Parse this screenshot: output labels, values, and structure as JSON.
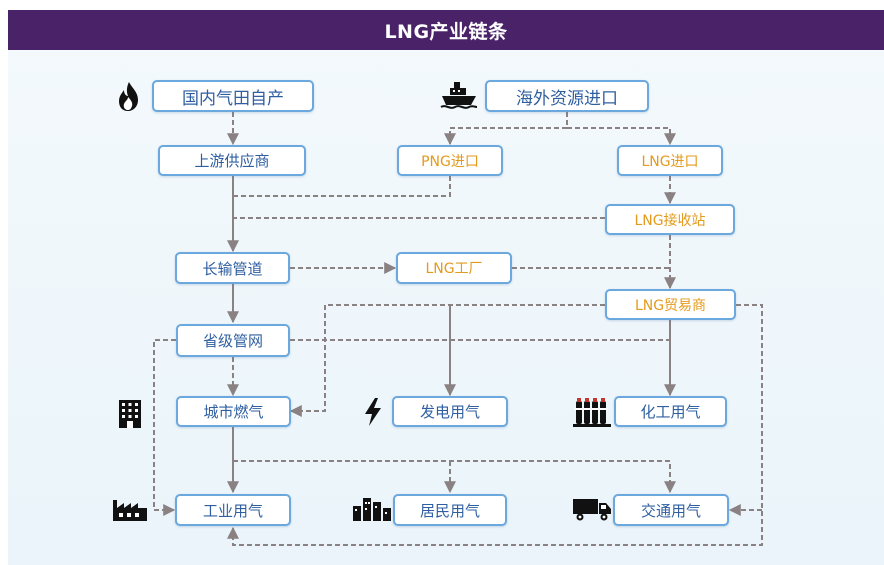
{
  "title": "LNG产业链条",
  "nodes": {
    "domestic": "国内气田自产",
    "import": "海外资源进口",
    "upstream": "上游供应商",
    "png_import": "PNG进口",
    "lng_import": "LNG进口",
    "lng_terminal": "LNG接收站",
    "pipeline": "长输管道",
    "lng_factory": "LNG工厂",
    "lng_trader": "LNG贸易商",
    "provincial_network": "省级管网",
    "city_gas": "城市燃气",
    "power_gas": "发电用气",
    "chemical_gas": "化工用气",
    "industrial_gas": "工业用气",
    "residential_gas": "居民用气",
    "transport_gas": "交通用气"
  },
  "icons": [
    "flame-icon",
    "ship-icon",
    "building-icon",
    "lightning-icon",
    "gas-cylinders-icon",
    "factory-icon",
    "city-buildings-icon",
    "truck-icon"
  ],
  "colors": {
    "header": "#4a2268",
    "node_border": "#6aa8de",
    "node_text": "#2f5fa0",
    "lng_text": "#e49a1c",
    "connector": "#8a8282"
  }
}
